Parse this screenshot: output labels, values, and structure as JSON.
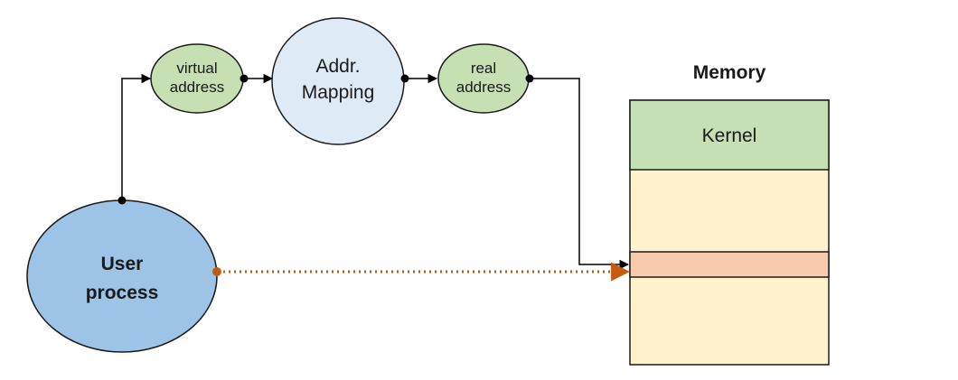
{
  "diagram": {
    "nodes": {
      "virtual_address": {
        "line1": "virtual",
        "line2": "address",
        "fill": "#c6e0b4",
        "stroke": "#1a1a1a"
      },
      "addr_mapping": {
        "line1": "Addr.",
        "line2": "Mapping",
        "fill": "#deebf7",
        "stroke": "#1a1a1a"
      },
      "real_address": {
        "line1": "real",
        "line2": "address",
        "fill": "#c6e0b4",
        "stroke": "#1a1a1a"
      },
      "user_process": {
        "line1": "User",
        "line2": "process",
        "fill": "#9dc3e6",
        "stroke": "#1a1a1a"
      }
    },
    "memory": {
      "title": "Memory",
      "kernel_label": "Kernel",
      "kernel_fill": "#c5e0b4",
      "region_fill": "#fff2cc",
      "mapped_fill": "#f8cbad",
      "stroke": "#1a1a1a"
    },
    "edges": {
      "line_color": "#000000",
      "direct_access_color": "#c55a11"
    }
  }
}
